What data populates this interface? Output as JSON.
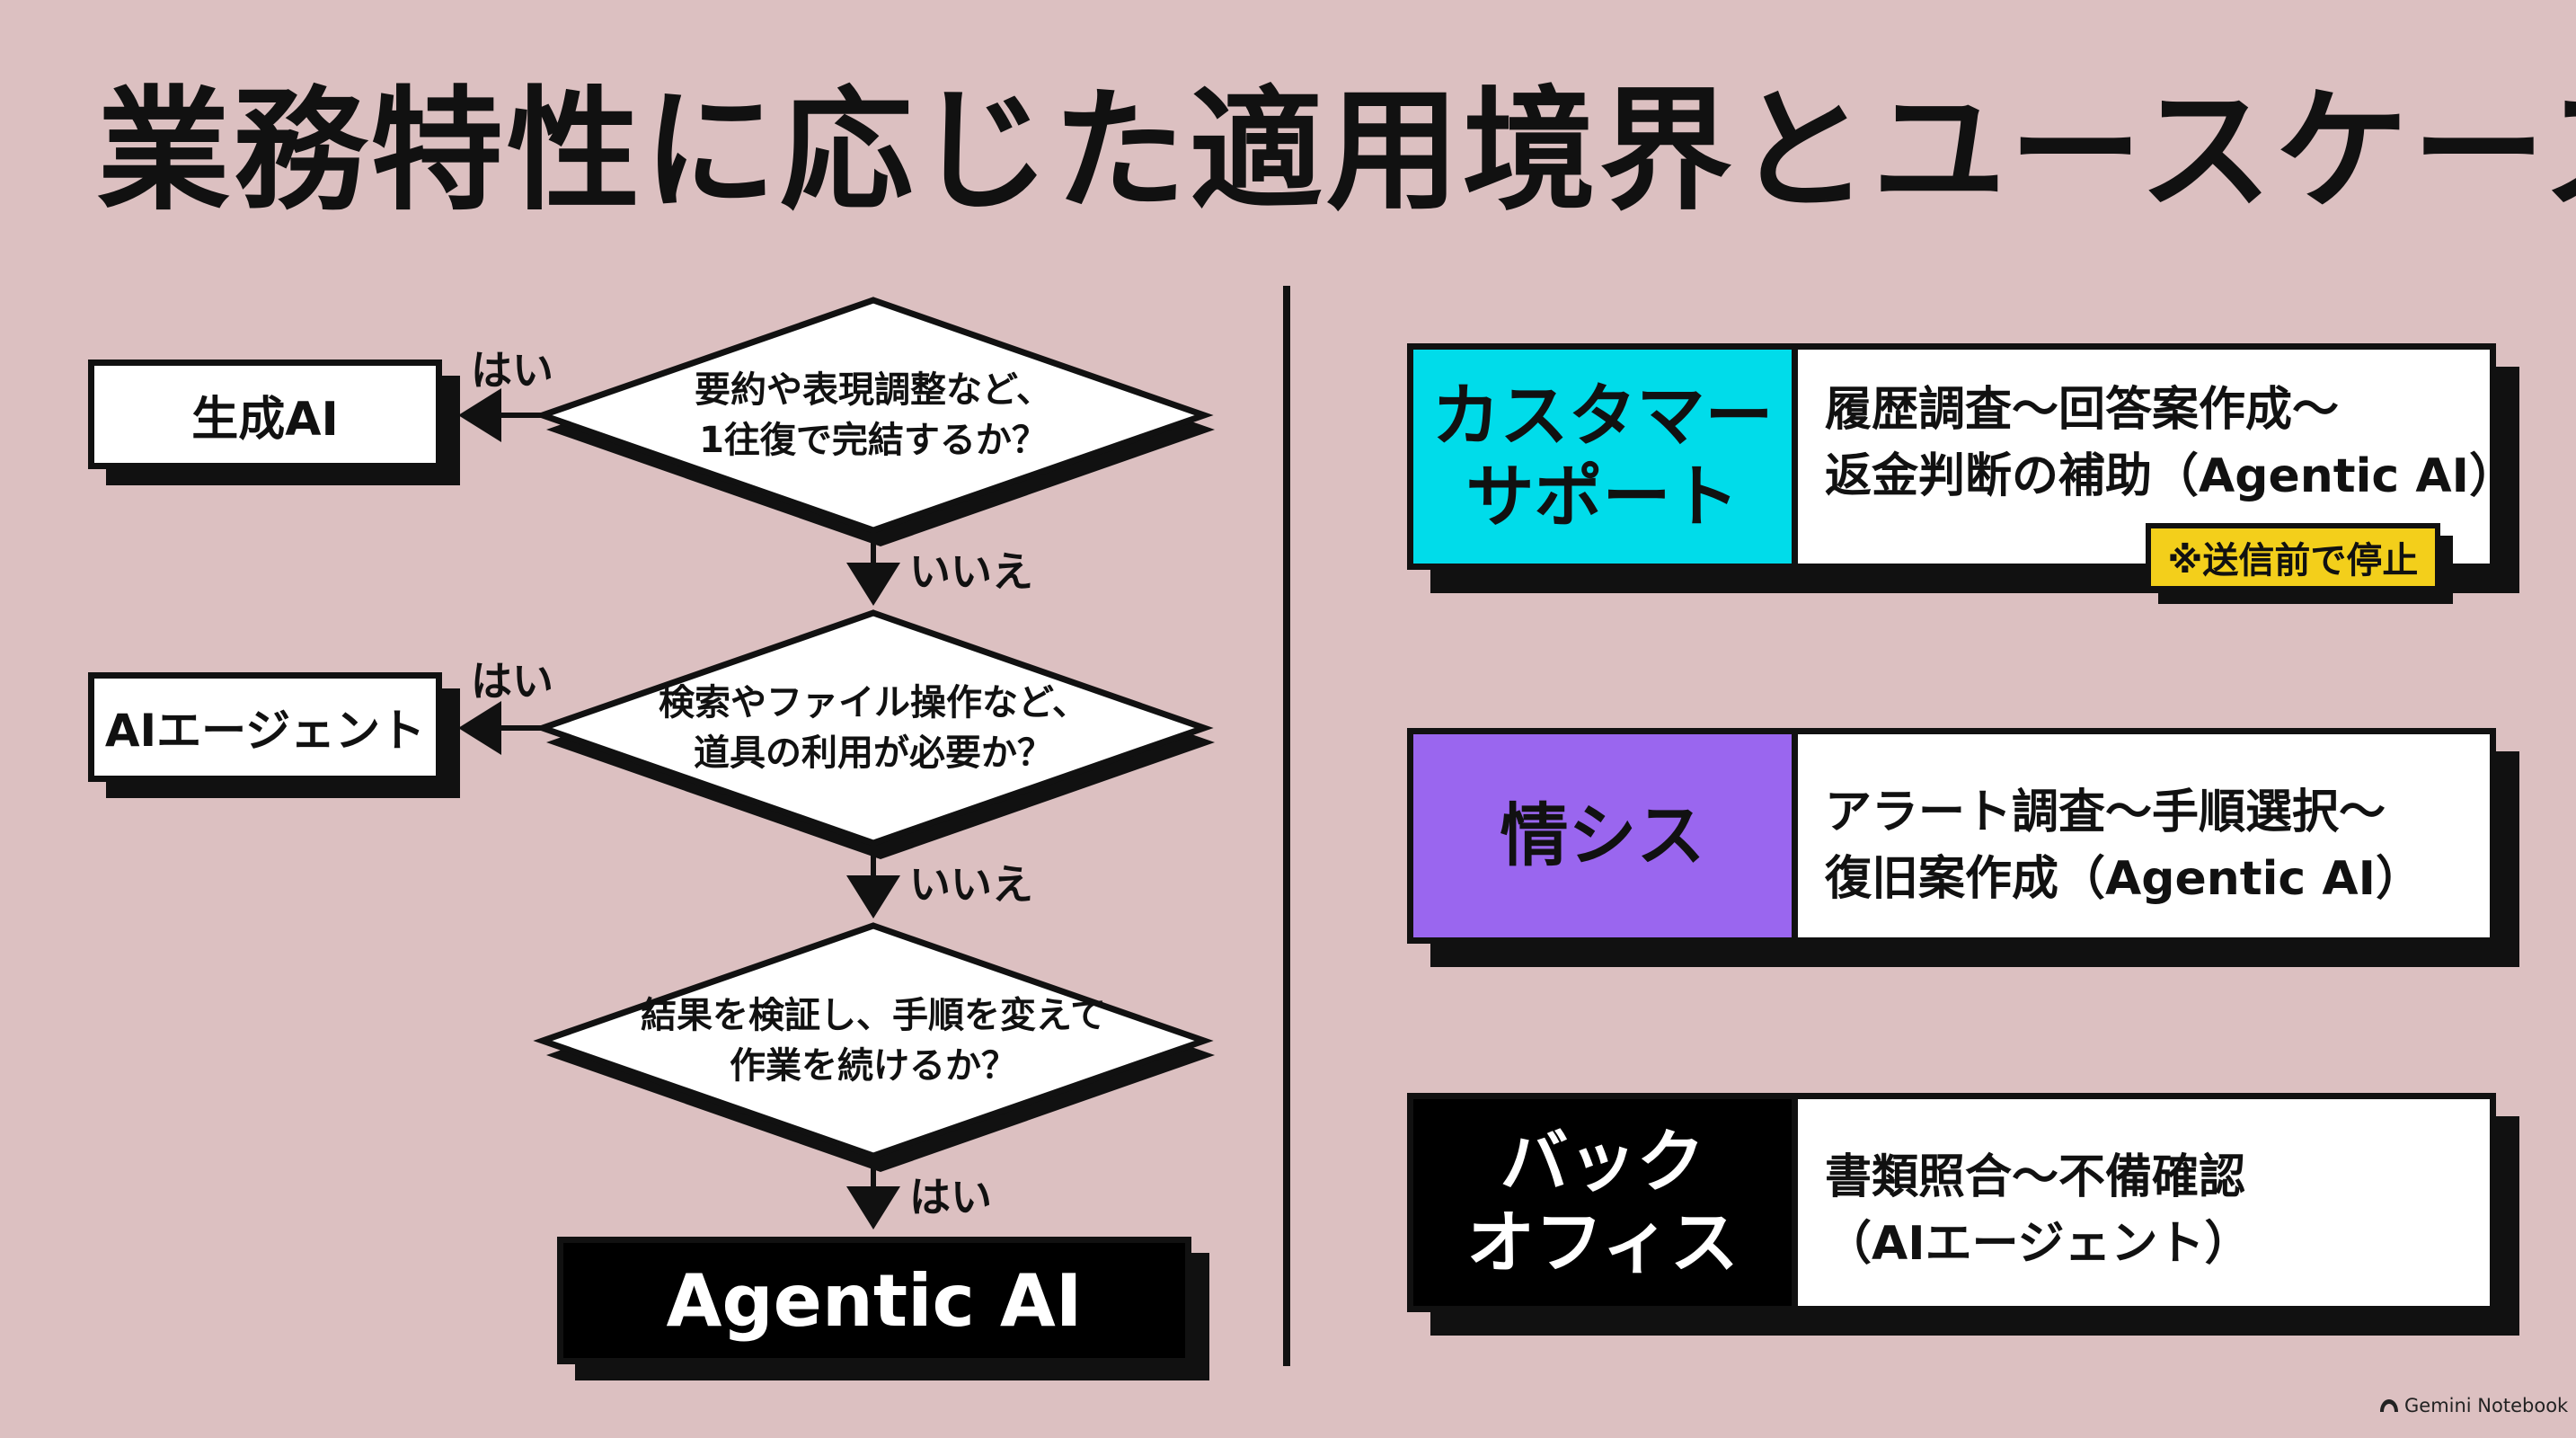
{
  "title": "業務特性に応じた適用境界とユースケース",
  "flow": {
    "q1": {
      "line1": "要約や表現調整など、",
      "line2": "1往復で完結するか？"
    },
    "q2": {
      "line1": "検索やファイル操作など、",
      "line2": "道具の利用が必要か？"
    },
    "q3": {
      "line1": "結果を検証し、手順を変えて",
      "line2": "作業を続けるか？"
    },
    "yes": "はい",
    "no": "いいえ",
    "result1": "生成AI",
    "result2": "AIエージェント",
    "result3": "Agentic AI"
  },
  "use_cases": [
    {
      "category_lines": [
        "カスタマー",
        "サポート"
      ],
      "color": "#00dcea",
      "desc_lines": [
        "履歴調査〜回答案作成〜",
        "返金判断の補助（Agentic AI）"
      ],
      "note": "※送信前で停止"
    },
    {
      "category_lines": [
        "情シス"
      ],
      "color": "#9a66ef",
      "desc_lines": [
        "アラート調査〜手順選択〜",
        "復旧案作成（Agentic AI）"
      ]
    },
    {
      "category_lines": [
        "バック",
        "オフィス"
      ],
      "color": "#000000",
      "desc_lines": [
        "書類照合〜不備確認",
        "（AIエージェント）"
      ]
    }
  ],
  "footer": "Gemini Notebook"
}
